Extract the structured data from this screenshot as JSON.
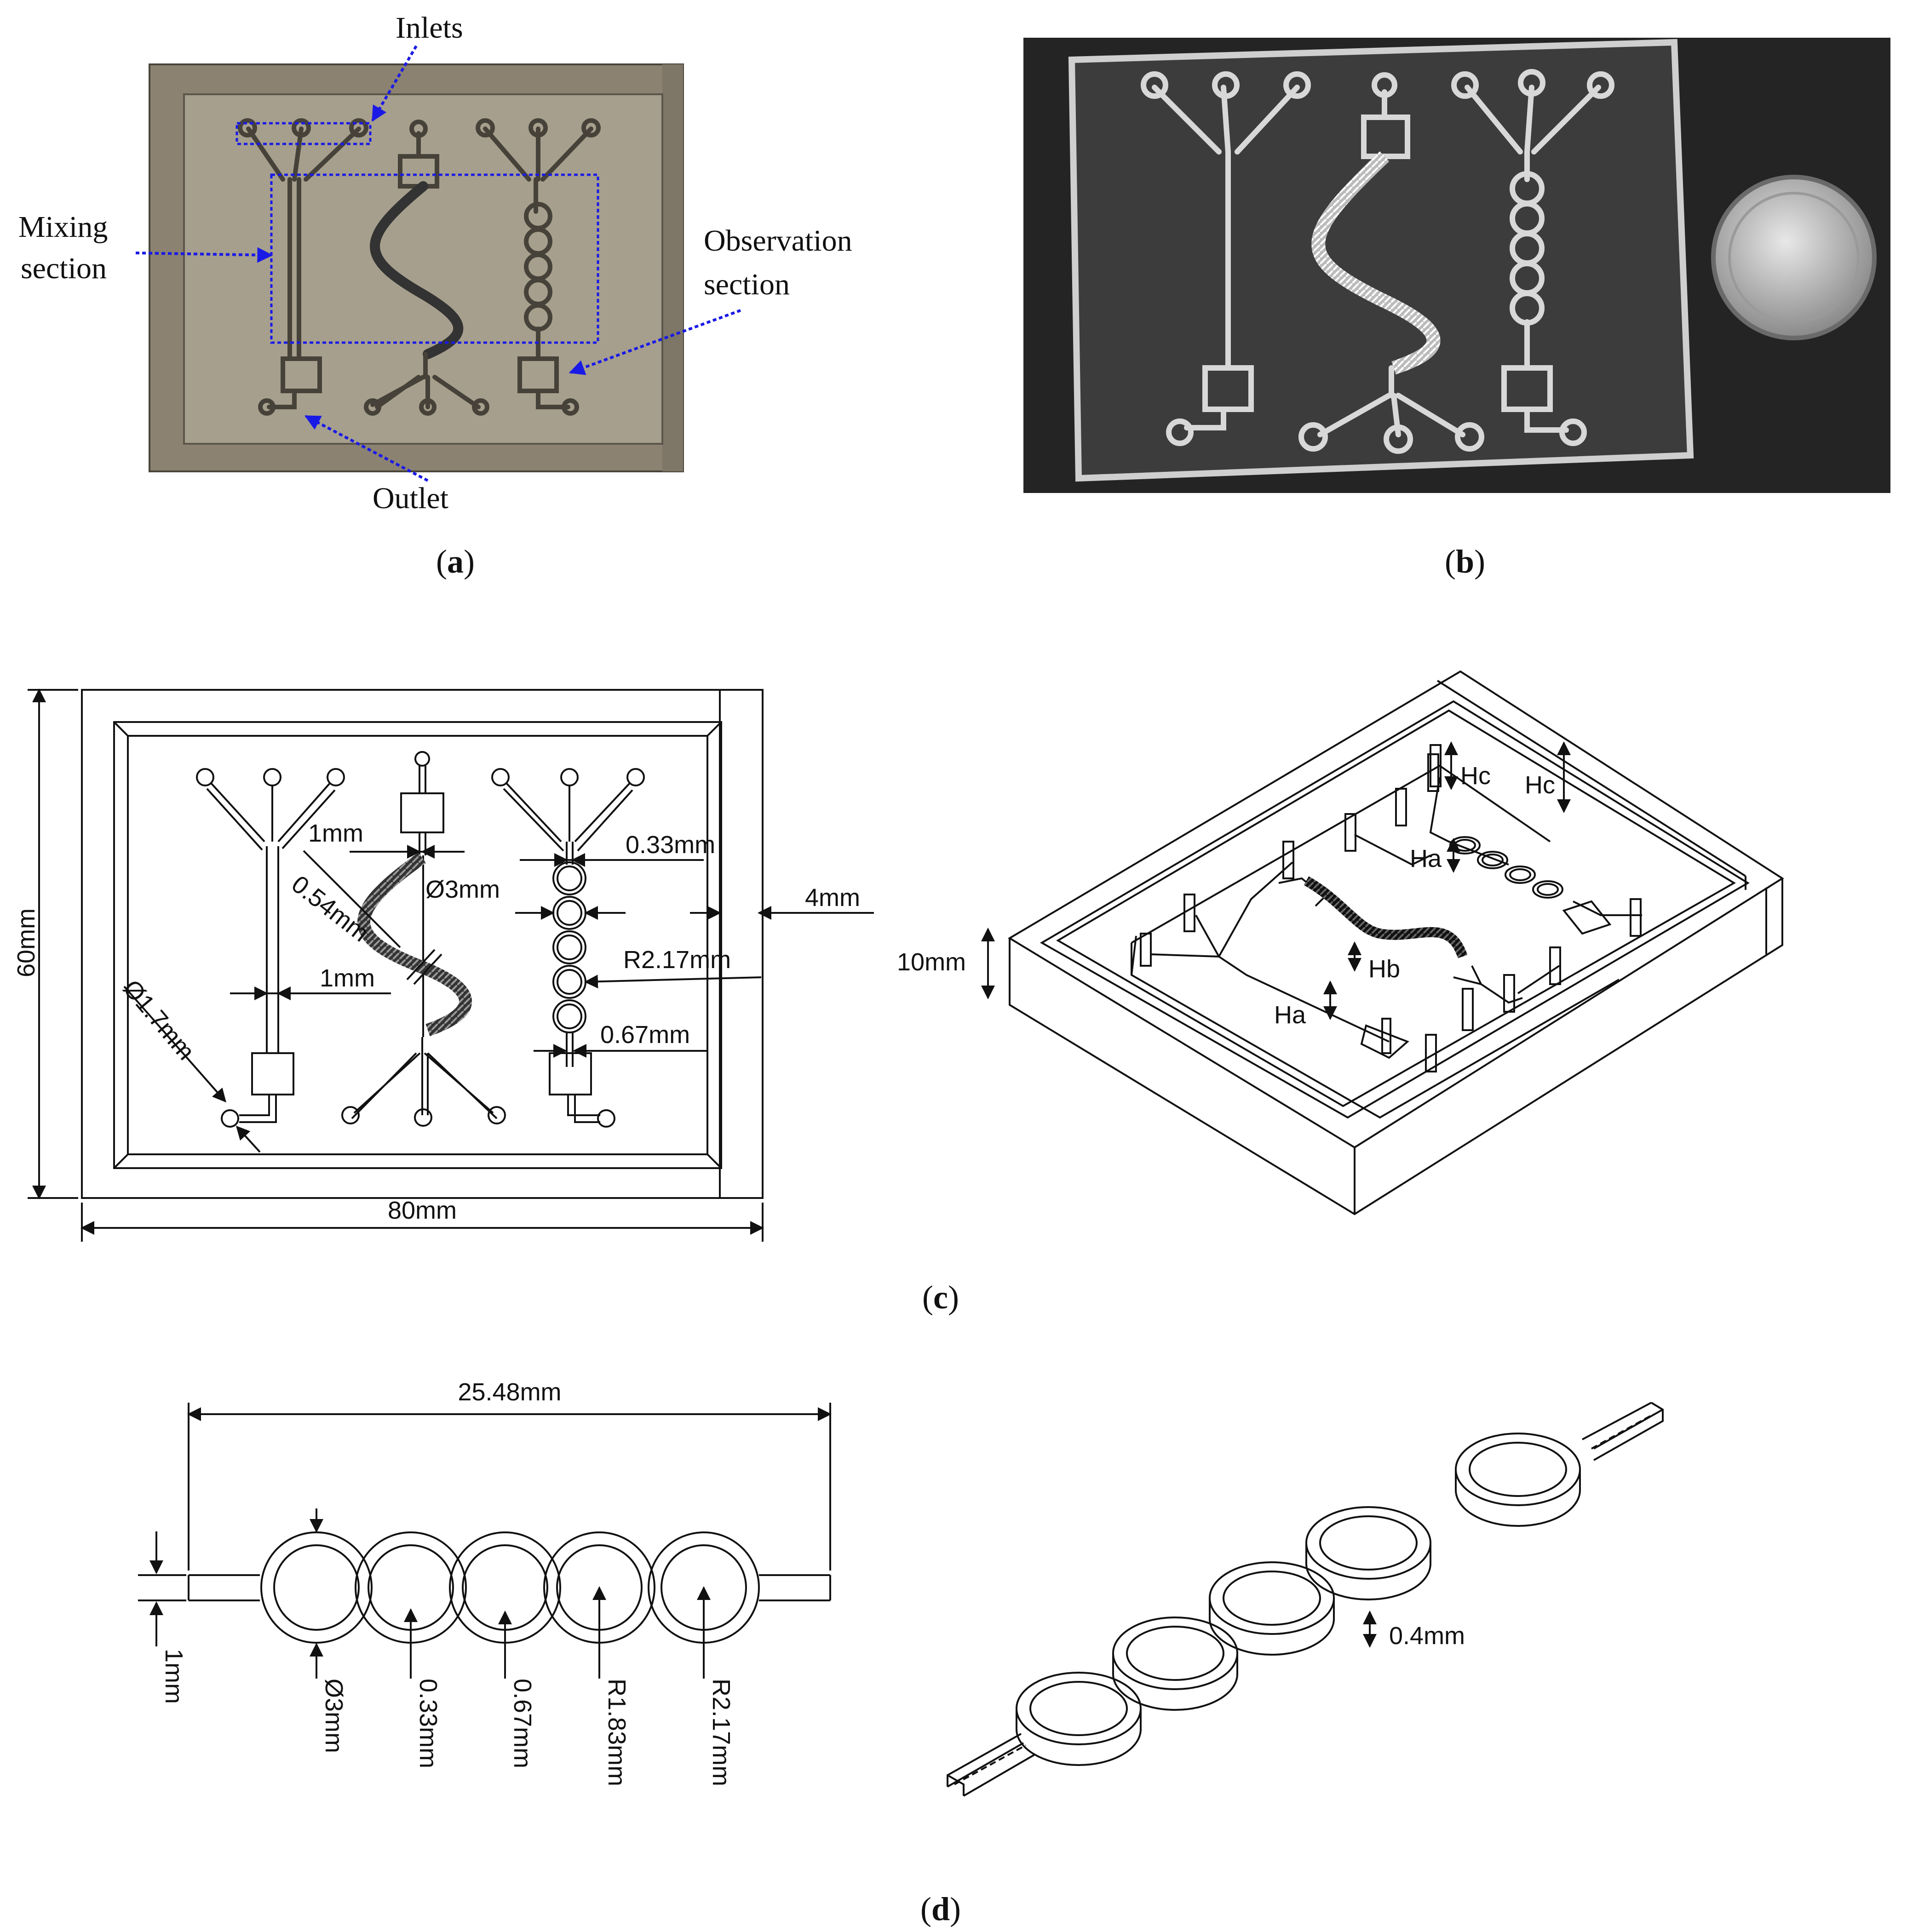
{
  "panel_a": {
    "label": "a",
    "callouts": {
      "inlets": "Inlets",
      "mixing_line1": "Mixing",
      "mixing_line2": "section",
      "observation_line1": "Observation",
      "observation_line2": "section",
      "outlet": "Outlet"
    },
    "colors": {
      "base": "#8b8271",
      "floor": "#a69f8d",
      "channel": "#474239",
      "callout": "#1a1ae6"
    }
  },
  "panel_b": {
    "label": "b",
    "colors": {
      "background": "#242424",
      "chip": "#5a5a5a",
      "coin": "#bfbfbf"
    }
  },
  "panel_c": {
    "label": "c",
    "dims_2d": {
      "height": "60mm",
      "width": "80mm",
      "channel_width_1": "1mm",
      "pitch": "0.54mm",
      "channel_width_2": "1mm",
      "hole_diameter": "Ø1.7mm",
      "ring_gap": "0.33mm",
      "ring_diameter": "Ø3mm",
      "wall": "4mm",
      "ring_radius": "R2.17mm",
      "neck": "0.67mm"
    },
    "dims_iso": {
      "thickness": "10mm",
      "hc_1": "Hc",
      "hc_2": "Hc",
      "ha_1": "Ha",
      "ha_2": "Ha",
      "hb": "Hb"
    }
  },
  "panel_d": {
    "label": "d",
    "dims": {
      "length": "25.48mm",
      "channel": "1mm",
      "diameter": "Ø3mm",
      "gap": "0.33mm",
      "neck": "0.67mm",
      "r_inner": "R1.83mm",
      "r_outer": "R2.17mm",
      "depth": "0.4mm"
    }
  }
}
